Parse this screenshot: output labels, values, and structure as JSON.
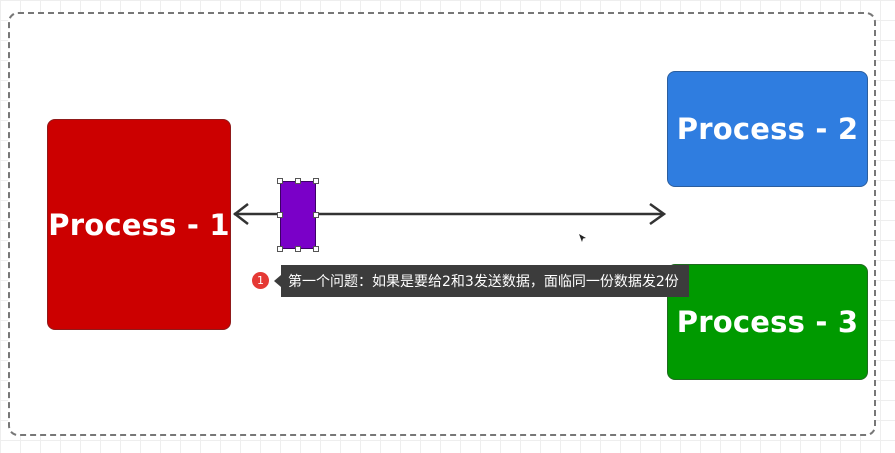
{
  "diagram": {
    "process_1": {
      "label": "Process - 1",
      "color": "#cc0000"
    },
    "process_2": {
      "label": "Process - 2",
      "color": "#2f7de0"
    },
    "process_3": {
      "label": "Process - 3",
      "color": "#009a00"
    },
    "message_block": {
      "color": "#7a00c8",
      "selected": true
    },
    "connector": {
      "style": "double-arrow",
      "from": "Process - 1",
      "to": "Process - 2"
    }
  },
  "annotation": {
    "index": "1",
    "text": "第一个问题：如果是要给2和3发送数据，面临同一份数据发2份"
  },
  "icons": {
    "left_arrowhead": "arrow-left-icon",
    "right_arrowhead": "arrow-right-icon",
    "cursor": "mouse-pointer-icon"
  }
}
